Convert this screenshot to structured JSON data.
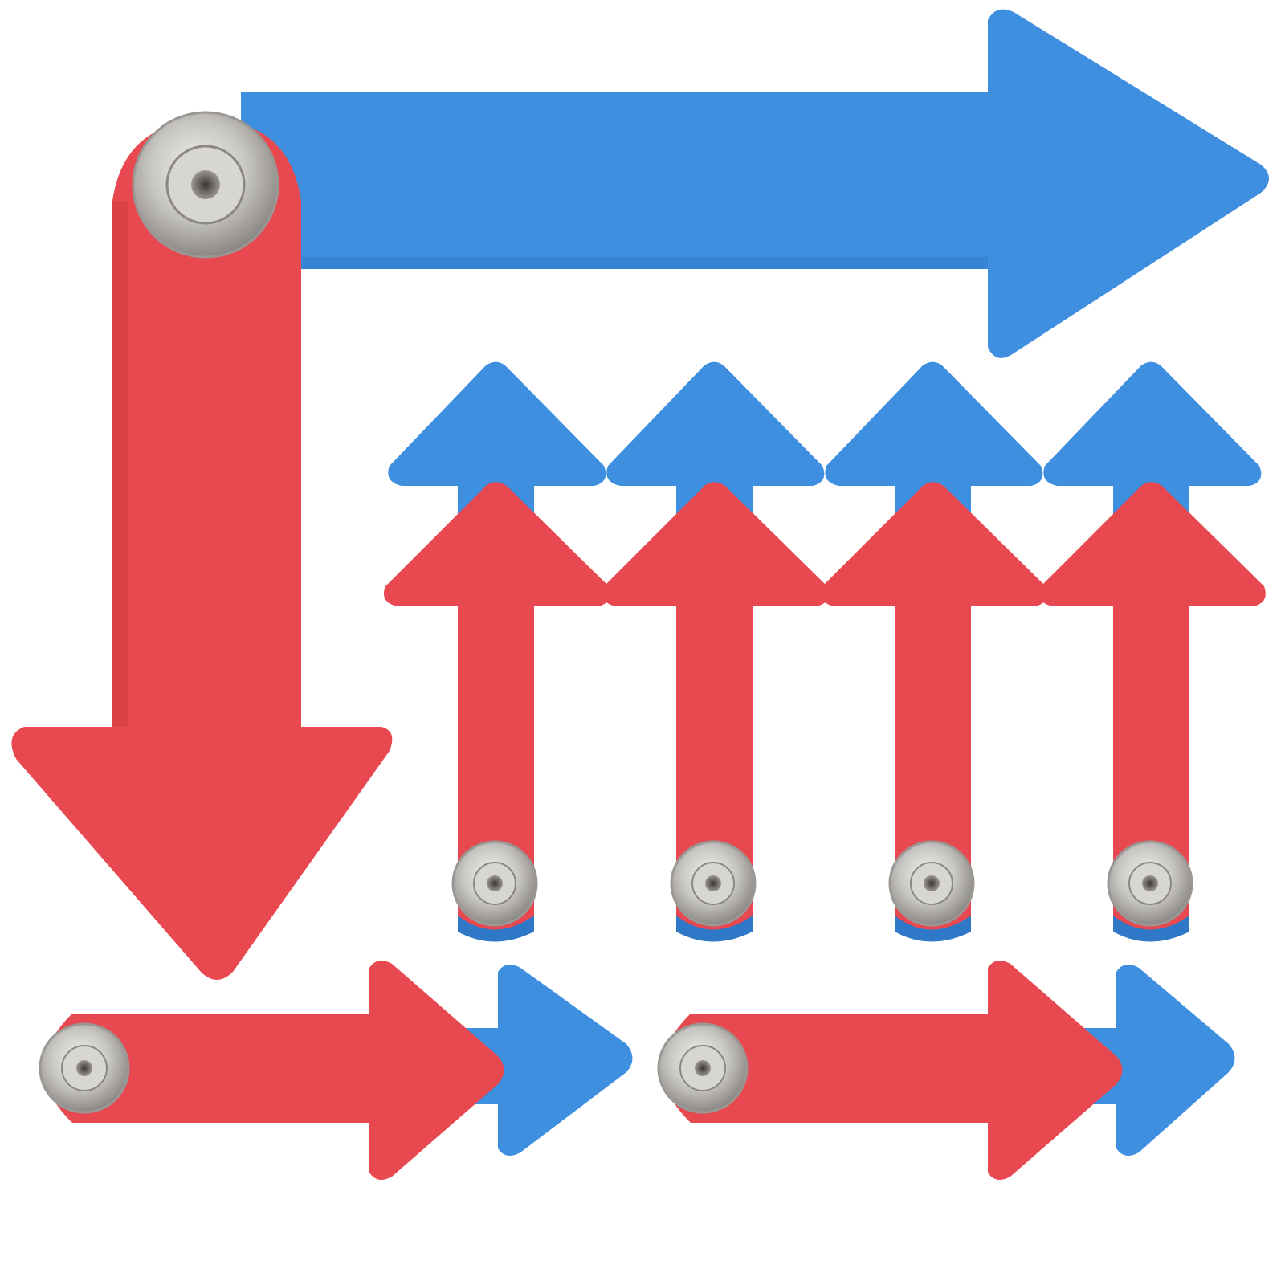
{
  "scene": {
    "subject": "spinner-arrow-set",
    "colors": {
      "background": "#ffffff",
      "red": "#e8484f",
      "red_shade": "#cf3a42",
      "blue": "#3f8fe0",
      "blue_shade": "#2f78c8",
      "metal": "#c9c7c4",
      "metal_dark": "#8a8784",
      "metal_light": "#eeece9"
    },
    "objects": [
      {
        "id": "large-arrow-pair",
        "count": 1,
        "front": "red",
        "back": "blue",
        "red_points": "down",
        "blue_points": "right"
      },
      {
        "id": "small-arrow-pair",
        "count": 4,
        "front": "red",
        "back": "blue",
        "red_points": "up",
        "blue_points": "up"
      },
      {
        "id": "small-arrow-pair-horizontal",
        "count": 2,
        "front": "red",
        "back": "blue",
        "red_points": "right",
        "blue_points": "right"
      }
    ],
    "icons": [
      "rivet-icon"
    ]
  }
}
